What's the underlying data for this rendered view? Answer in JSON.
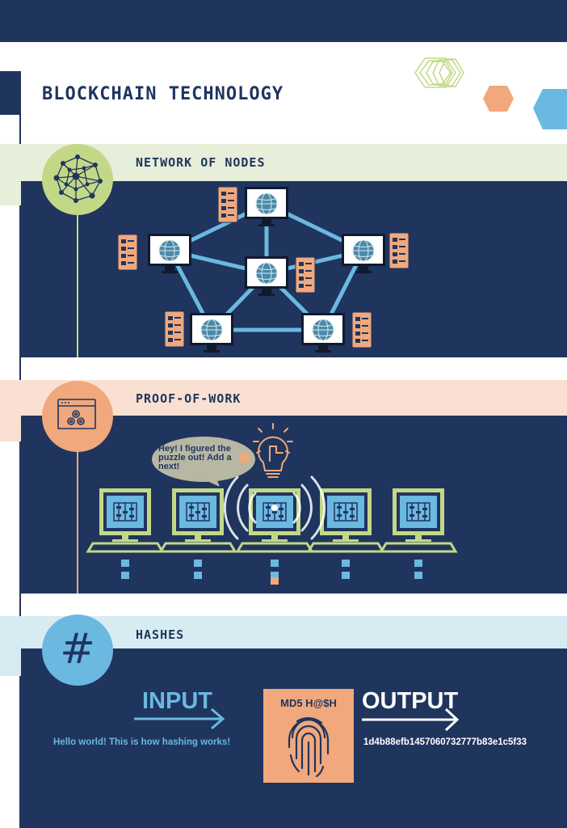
{
  "header": {
    "title": "BLOCKCHAIN TECHNOLOGY"
  },
  "sections": [
    {
      "title": "NETWORK OF NODES",
      "icon": "network-icon"
    },
    {
      "title": "PROOF-OF-WORK",
      "icon": "gears-window-icon"
    },
    {
      "title": "HASHES",
      "icon": "hash-icon",
      "icon_text": "#"
    }
  ],
  "proof_of_work": {
    "bubble_lines": [
      "Hey! I figured the",
      "puzzle out! Add a",
      "next!"
    ]
  },
  "hashes": {
    "input_label": "INPUT",
    "input_text": "Hello world! This is how hashing works!",
    "box_label": "MD5 H@$H",
    "output_label": "OUTPUT",
    "output_text": "1d4b88efb1457060732777b83e1c5f33"
  },
  "colors": {
    "navy": "#1f355e",
    "green_band": "#e7eed9",
    "green_circle": "#c3d887",
    "peach_band": "#fae0d2",
    "orange": "#f0a87c",
    "blue_band": "#d7ebf3",
    "light_blue": "#6bb8e1"
  }
}
